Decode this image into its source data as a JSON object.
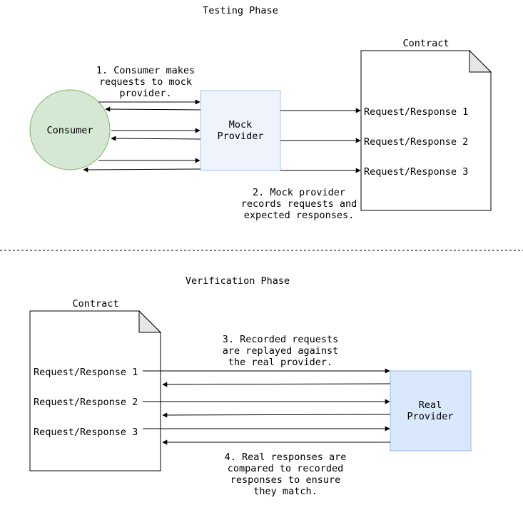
{
  "testing_phase": {
    "title": "Testing Phase",
    "consumer_label": "Consumer",
    "mock_provider_label": [
      "Mock",
      "Provider"
    ],
    "contract_title": "Contract",
    "contract_entries": [
      "Request/Response 1",
      "Request/Response 2",
      "Request/Response 3"
    ],
    "note_consumer": [
      "1. Consumer makes",
      "requests to mock",
      "provider."
    ],
    "note_mock": [
      "2. Mock provider",
      "records requests and",
      "expected responses."
    ]
  },
  "verification_phase": {
    "title": "Verification Phase",
    "contract_title": "Contract",
    "contract_entries": [
      "Request/Response 1",
      "Request/Response 2",
      "Request/Response 3"
    ],
    "real_provider_label": [
      "Real",
      "Provider"
    ],
    "note_replay": [
      "3. Recorded requests",
      "are replayed against",
      "the real provider."
    ],
    "note_compare": [
      "4. Real responses are",
      "compared to recorded",
      "responses to ensure",
      "they match."
    ]
  },
  "colors": {
    "consumer_fill": "#d5e8d4",
    "consumer_stroke": "#82b366",
    "mock_fill": "#eef3fc",
    "mock_stroke": "#a9c4eb",
    "real_fill": "#dae8fc",
    "real_stroke": "#9ab7e3"
  }
}
